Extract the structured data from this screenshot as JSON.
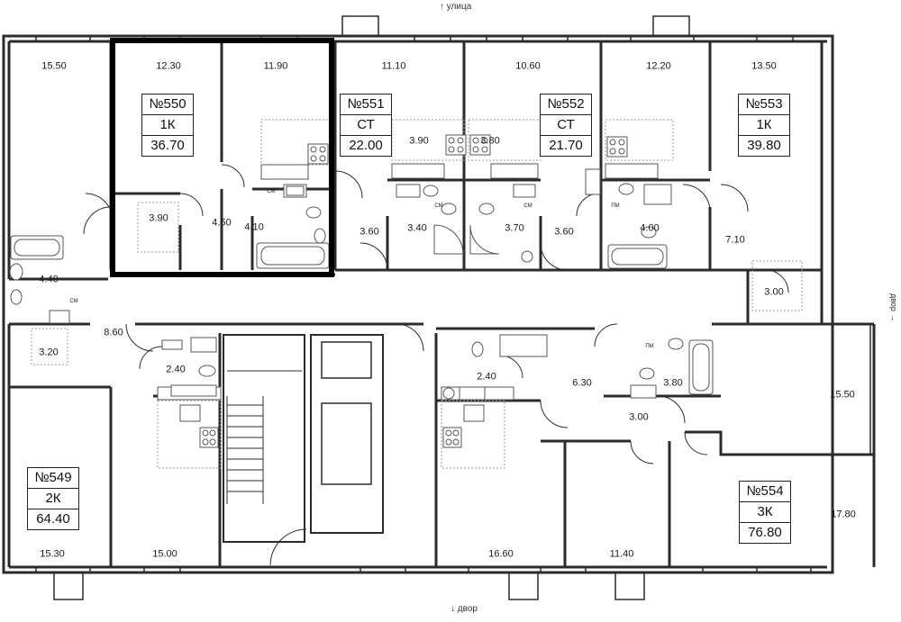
{
  "compass": {
    "top": "улица",
    "bottom": "двор",
    "right": "двор"
  },
  "apartments": [
    {
      "id": "550",
      "number": "№550",
      "type": "1К",
      "area": "36.70",
      "selected": true
    },
    {
      "id": "551",
      "number": "№551",
      "type": "СТ",
      "area": "22.00",
      "selected": false
    },
    {
      "id": "552",
      "number": "№552",
      "type": "СТ",
      "area": "21.70",
      "selected": false
    },
    {
      "id": "553",
      "number": "№553",
      "type": "1К",
      "area": "39.80",
      "selected": false
    },
    {
      "id": "549",
      "number": "№549",
      "type": "2К",
      "area": "64.40",
      "selected": false
    },
    {
      "id": "554",
      "number": "№554",
      "type": "3К",
      "area": "76.80",
      "selected": false
    }
  ],
  "room_areas": [
    "15.50",
    "12.30",
    "11.90",
    "11.10",
    "10.60",
    "12.20",
    "13.50",
    "3.90",
    "4.50",
    "4.10",
    "3.60",
    "3.90",
    "3.40",
    "3.80",
    "3.70",
    "3.60",
    "4.00",
    "7.10",
    "3.00",
    "4.40",
    "3.20",
    "8.60",
    "2.40",
    "2.40",
    "6.30",
    "3.80",
    "15.50",
    "3.00",
    "15.30",
    "15.00",
    "16.60",
    "11.40",
    "17.80"
  ],
  "appliance_tags": [
    "СМ",
    "СМ",
    "СМ",
    "ПМ",
    "СМ",
    "ПМ"
  ],
  "colors": {
    "wall": "#2b2b2b",
    "fixture": "#555555",
    "selected_outline": "#000000",
    "dashed": "#9a9a9a"
  }
}
